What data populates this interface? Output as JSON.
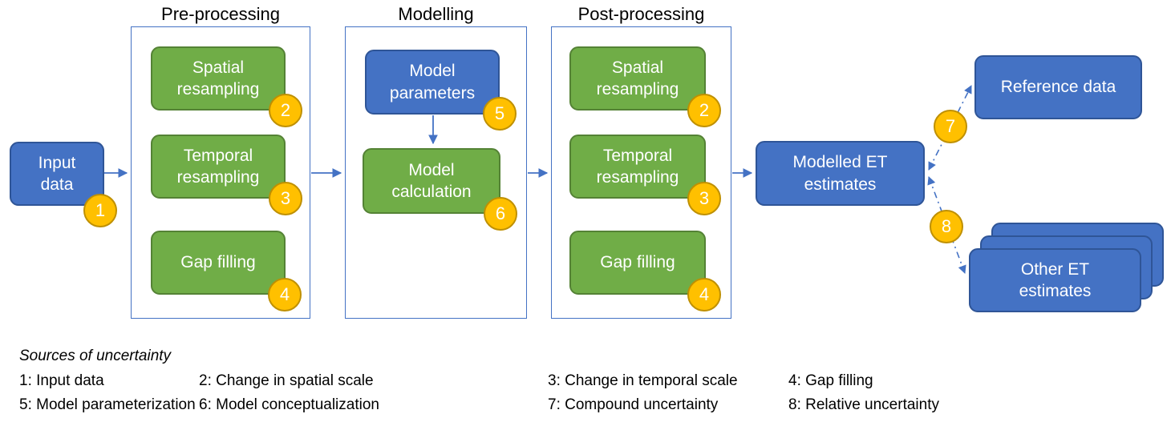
{
  "diagram": {
    "input": {
      "label": "Input data",
      "badge": "1"
    },
    "stages": [
      {
        "title": "Pre-processing",
        "boxes": [
          {
            "label": "Spatial resampling",
            "badge": "2"
          },
          {
            "label": "Temporal resampling",
            "badge": "3"
          },
          {
            "label": "Gap filling",
            "badge": "4"
          }
        ]
      },
      {
        "title": "Modelling",
        "boxes": [
          {
            "label": "Model parameters",
            "badge": "5"
          },
          {
            "label": "Model calculation",
            "badge": "6"
          }
        ]
      },
      {
        "title": "Post-processing",
        "boxes": [
          {
            "label": "Spatial resampling",
            "badge": "2"
          },
          {
            "label": "Temporal resampling",
            "badge": "3"
          },
          {
            "label": "Gap filling",
            "badge": "4"
          }
        ]
      }
    ],
    "outputs": {
      "modelled": {
        "label": "Modelled ET estimates"
      },
      "reference": {
        "label": "Reference data"
      },
      "other": {
        "label": "Other ET estimates"
      }
    },
    "connectors": {
      "compound_badge": "7",
      "relative_badge": "8"
    }
  },
  "legend": {
    "title": "Sources of uncertainty",
    "items": [
      "1: Input data",
      "2: Change in spatial scale",
      "3: Change in temporal scale",
      "4: Gap filling",
      "5: Model parameterization",
      "6: Model conceptualization",
      "7: Compound uncertainty",
      "8: Relative uncertainty"
    ]
  },
  "colors": {
    "blue_fill": "#4472C4",
    "blue_border": "#2F5597",
    "green_fill": "#70AD47",
    "green_border": "#548235",
    "badge_fill": "#FFC000",
    "badge_border": "#BF9000",
    "connector": "#4472C4",
    "box_text": "#FFFFFF",
    "legend_text": "#000000"
  }
}
